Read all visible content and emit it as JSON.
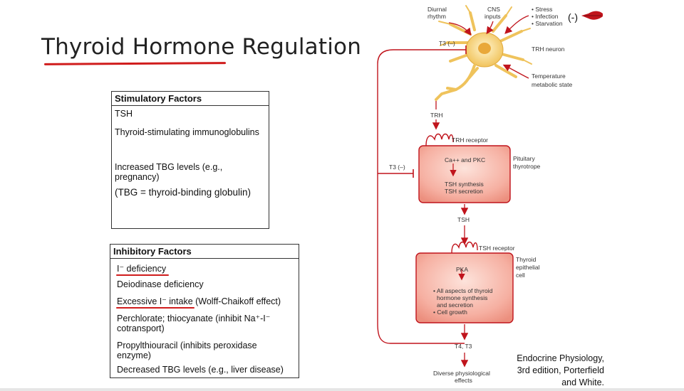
{
  "title": "Thyroid Hormone Regulation",
  "stimulatory": {
    "header": "Stimulatory Factors",
    "items": [
      "TSH",
      "Thyroid-stimulating immunoglobulins",
      "Increased TBG levels (e.g.,",
      "pregnancy)",
      "(TBG = thyroid-binding globulin)"
    ]
  },
  "inhibitory": {
    "header": "Inhibitory Factors",
    "items": [
      "I⁻ deficiency",
      "Deiodinase deficiency",
      "Excessive I⁻ intake",
      " (Wolff-Chaikoff effect)",
      "Perchlorate; thiocyanate (inhibit Na⁺-I⁻",
      "cotransport)",
      "Propylthiouracil (inhibits peroxidase",
      "enzyme)",
      "Decreased TBG levels (e.g., liver disease)"
    ]
  },
  "diagram": {
    "diurnal_1": "Diurnal",
    "diurnal_2": "rhythm",
    "cns_1": "CNS",
    "cns_2": "inputs",
    "stress_1": "• Stress",
    "stress_2": "• Infection",
    "stress_3": "• Starvation",
    "t3_neg_top": "T3 (–)",
    "trh_neuron": "TRH neuron",
    "temp_1": "Temperature",
    "temp_2": "metabolic state",
    "trh": "TRH",
    "trh_receptor": "TRH receptor",
    "t3_neg_side": "T3 (–)",
    "ca_pkc": "Ca++ and PKC",
    "tsh_synthesis": "TSH synthesis",
    "tsh_secretion": "TSH secretion",
    "pituitary_1": "Pituitary",
    "pituitary_2": "thyrotrope",
    "tsh": "TSH",
    "tsh_receptor": "TSH receptor",
    "thyroid_1": "Thyroid",
    "thyroid_2": "epithelial",
    "thyroid_3": "cell",
    "pka": "PKA",
    "effect_1": "• All aspects of thyroid",
    "effect_2": "hormone synthesis",
    "effect_3": "and secretion",
    "effect_4": "• Cell growth",
    "t4t3": "T4, T3",
    "diverse_1": "Diverse physiological",
    "diverse_2": "effects"
  },
  "negative_note": "(-)",
  "citation": {
    "line1": "Endocrine Physiology,",
    "line2": "3rd edition, Porterfield",
    "line3": "and White."
  },
  "colors": {
    "accent_red": "#d01c1c",
    "box_fill": "#f4a393",
    "neuron_fill": "#f7d27a"
  }
}
